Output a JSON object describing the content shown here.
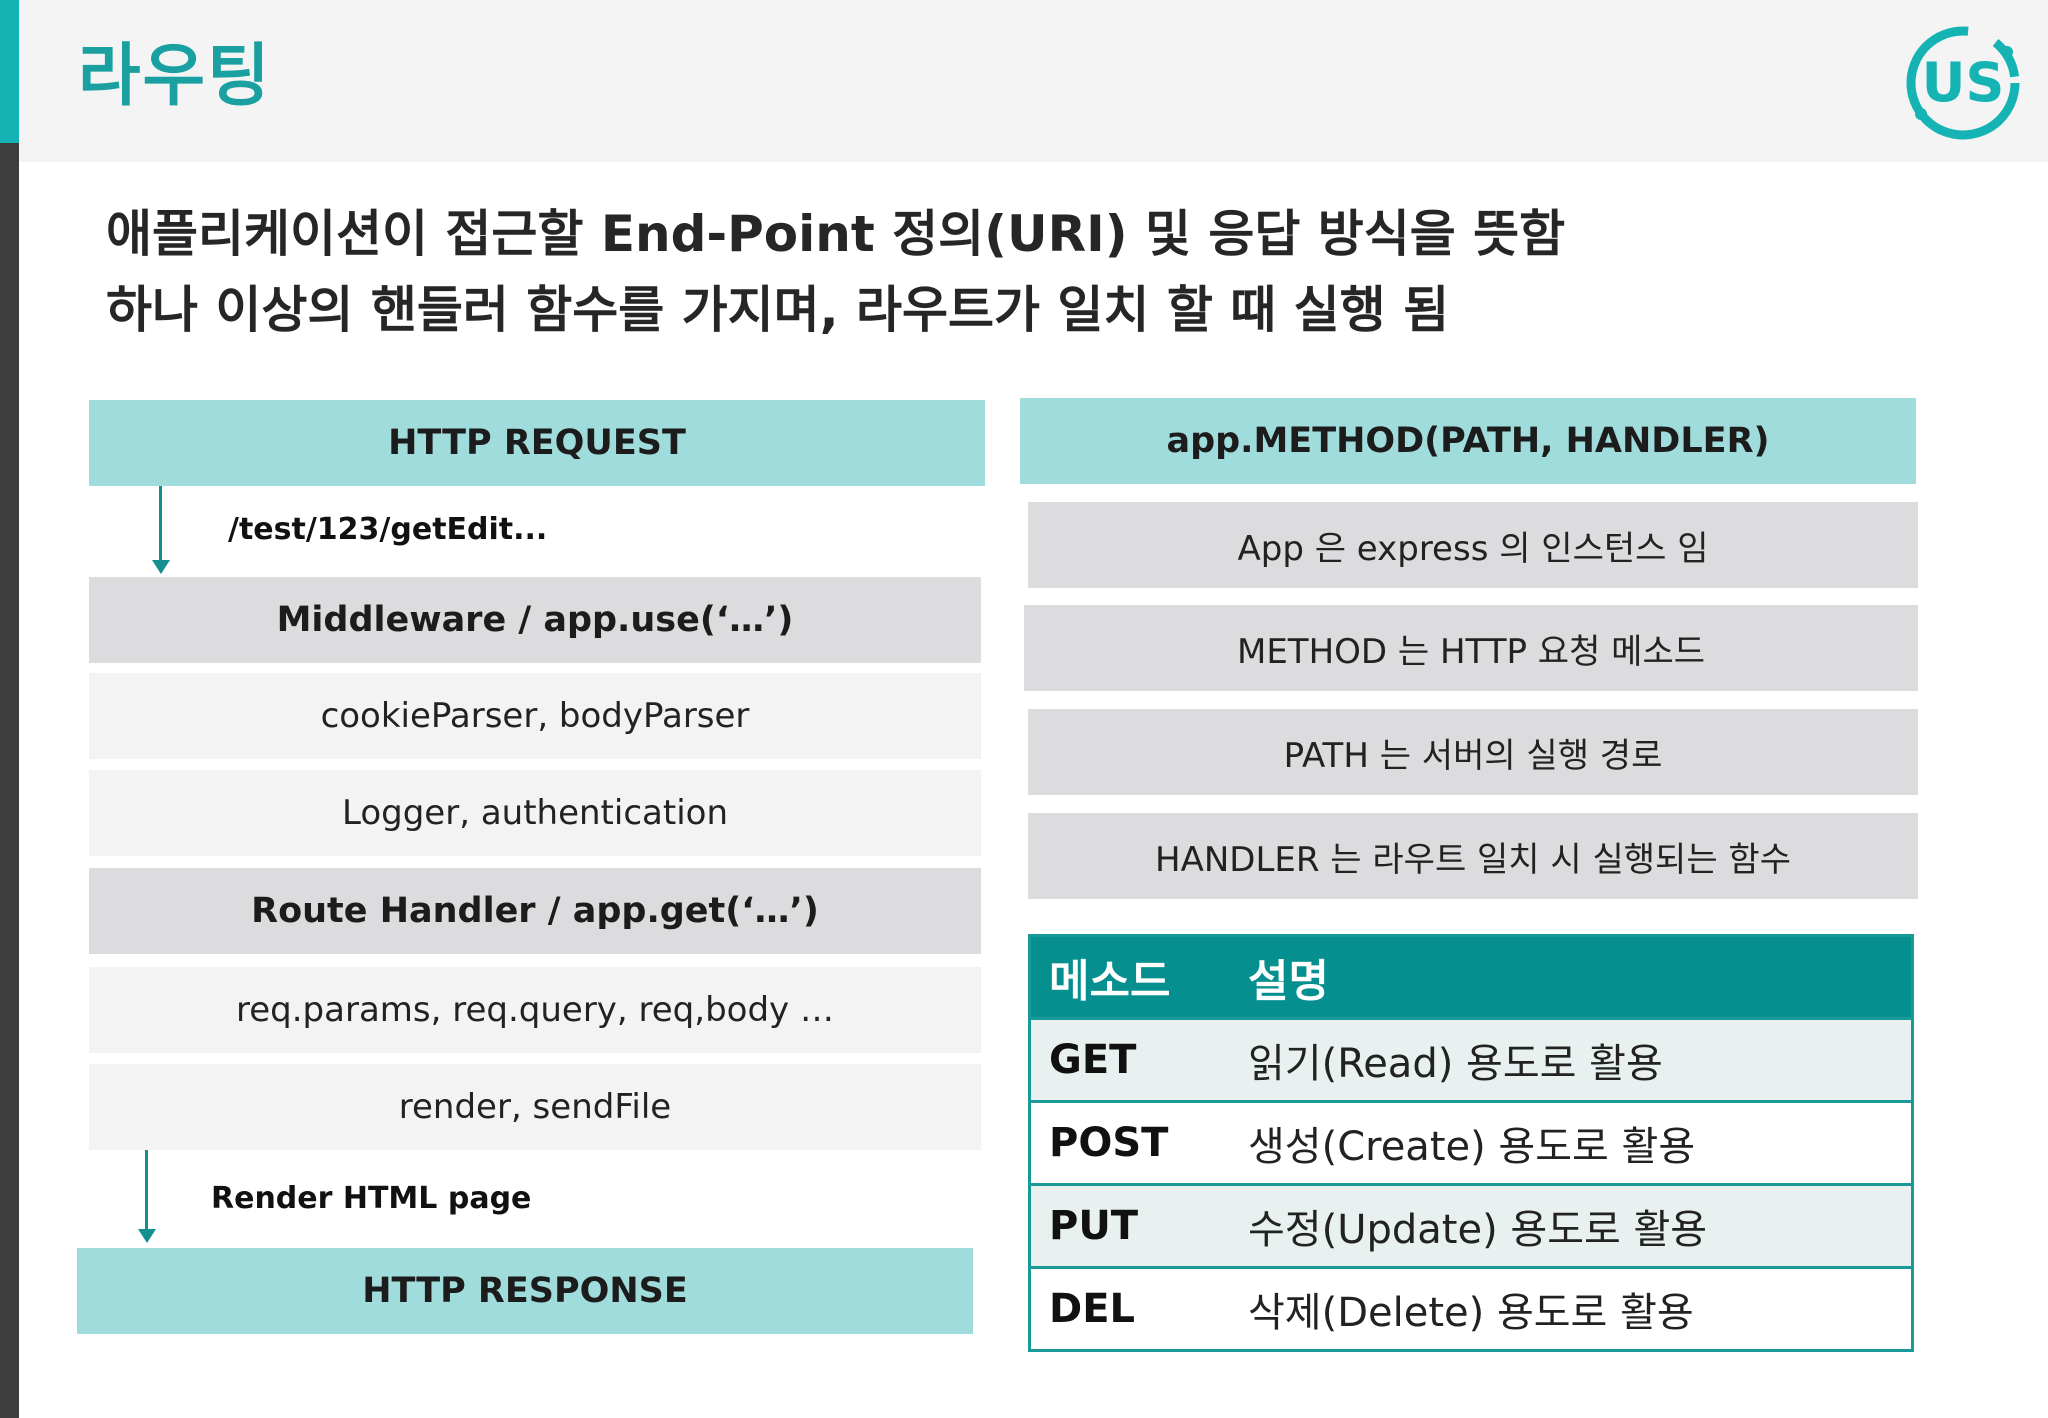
{
  "title": "라우팅",
  "logo": {
    "text": "US",
    "icon": "us-logo-icon",
    "color": "#15b3b3"
  },
  "subtitle": {
    "line1": "애플리케이션이 접근할 End-Point 정의(URI) 및 응답 방식을 뜻함",
    "line2": "하나 이상의 핸들러 함수를 가지며, 라우트가 일치 할 때 실행 됨"
  },
  "flow": {
    "request": "HTTP REQUEST",
    "request_path": "/test/123/getEdit...",
    "middleware": "Middleware / app.use(‘…’)",
    "middleware_items": [
      "cookieParser, bodyParser",
      "Logger, authentication"
    ],
    "route_handler": "Route Handler / app.get(‘…’)",
    "route_items": [
      "req.params, req.query, req,body …",
      "render, sendFile"
    ],
    "render_label": "Render HTML page",
    "response": "HTTP RESPONSE"
  },
  "method_box": {
    "header": "app.METHOD(PATH, HANDLER)",
    "items": [
      "App 은 express 의 인스턴스 임",
      "METHOD 는 HTTP 요청 메소드",
      "PATH 는 서버의 실행 경로",
      "HANDLER 는 라우트 일치 시 실행되는 함수"
    ]
  },
  "method_table": {
    "headers": [
      "메소드",
      "설명"
    ],
    "rows": [
      [
        "GET",
        "읽기(Read) 용도로 활용"
      ],
      [
        "POST",
        "생성(Create) 용도로 활용"
      ],
      [
        "PUT",
        "수정(Update) 용도로 활용"
      ],
      [
        "DEL",
        "삭제(Delete) 용도로 활용"
      ]
    ]
  },
  "colors": {
    "accent": "#15b3b3",
    "teal_box": "#a0dcdb",
    "grey_box": "#dcdbdd",
    "light_box": "#f3f3f3",
    "table_header": "#068f8f"
  }
}
